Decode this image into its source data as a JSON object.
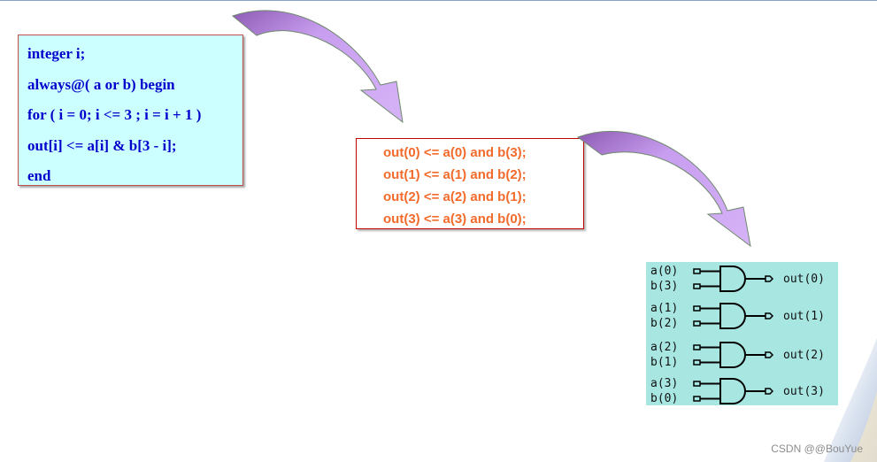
{
  "code": {
    "lines": [
      "integer i;",
      "always@( a or b) begin",
      "for ( i = 0; i <= 3 ; i = i + 1 )",
      "out[i] <= a[i] & b[3 - i];",
      "end"
    ]
  },
  "assignments": {
    "lines": [
      "out(0) <= a(0) and b(3);",
      "out(1) <= a(1) and b(2);",
      "out(2) <= a(2) and b(1);",
      "out(3) <= a(3) and b(0);"
    ]
  },
  "gates": [
    {
      "in_a": "a(0)",
      "in_b": "b(3)",
      "out": "out(0)"
    },
    {
      "in_a": "a(1)",
      "in_b": "b(2)",
      "out": "out(1)"
    },
    {
      "in_a": "a(2)",
      "in_b": "b(1)",
      "out": "out(2)"
    },
    {
      "in_a": "a(3)",
      "in_b": "b(0)",
      "out": "out(3)"
    }
  ],
  "watermark": "CSDN @@BouYue",
  "colors": {
    "code_bg": "#ccffff",
    "code_text": "#0000cc",
    "assign_text": "#f26b2b",
    "box_border": "#c00000",
    "gate_bg": "#a8e6e2",
    "arrow_fill": "#c89ef0",
    "arrow_dark": "#8e5bb4"
  }
}
